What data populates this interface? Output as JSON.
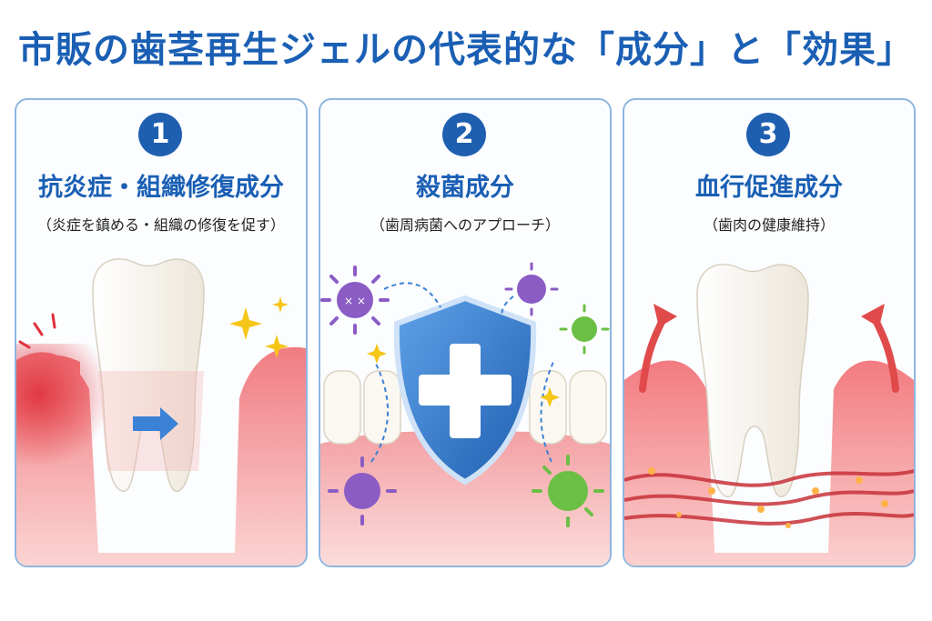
{
  "title": "市販の歯茎再生ジェルの代表的な「成分」と「効果」",
  "panels": [
    {
      "number": "1",
      "title": "抗炎症・組織修復成分",
      "subtitle": "（炎症を鎮める・組織の修復を促す）",
      "icon": "healing-tooth-illustration"
    },
    {
      "number": "2",
      "title": "殺菌成分",
      "subtitle": "（歯周病菌へのアプローチ）",
      "icon": "shield-bacteria-illustration"
    },
    {
      "number": "3",
      "title": "血行促進成分",
      "subtitle": "（歯肉の健康維持）",
      "icon": "blood-flow-illustration"
    }
  ],
  "colors": {
    "title": "#1a5fb4",
    "badge": "#1f5fb0",
    "panel_border": "#8fb6e0",
    "gum": "#f08a8f",
    "inflamed": "#e0303a",
    "shield": "#3b82d6",
    "bacteria_purple": "#8a5cc4",
    "bacteria_green": "#6bbf45",
    "arrow_red": "#e14a4a"
  }
}
